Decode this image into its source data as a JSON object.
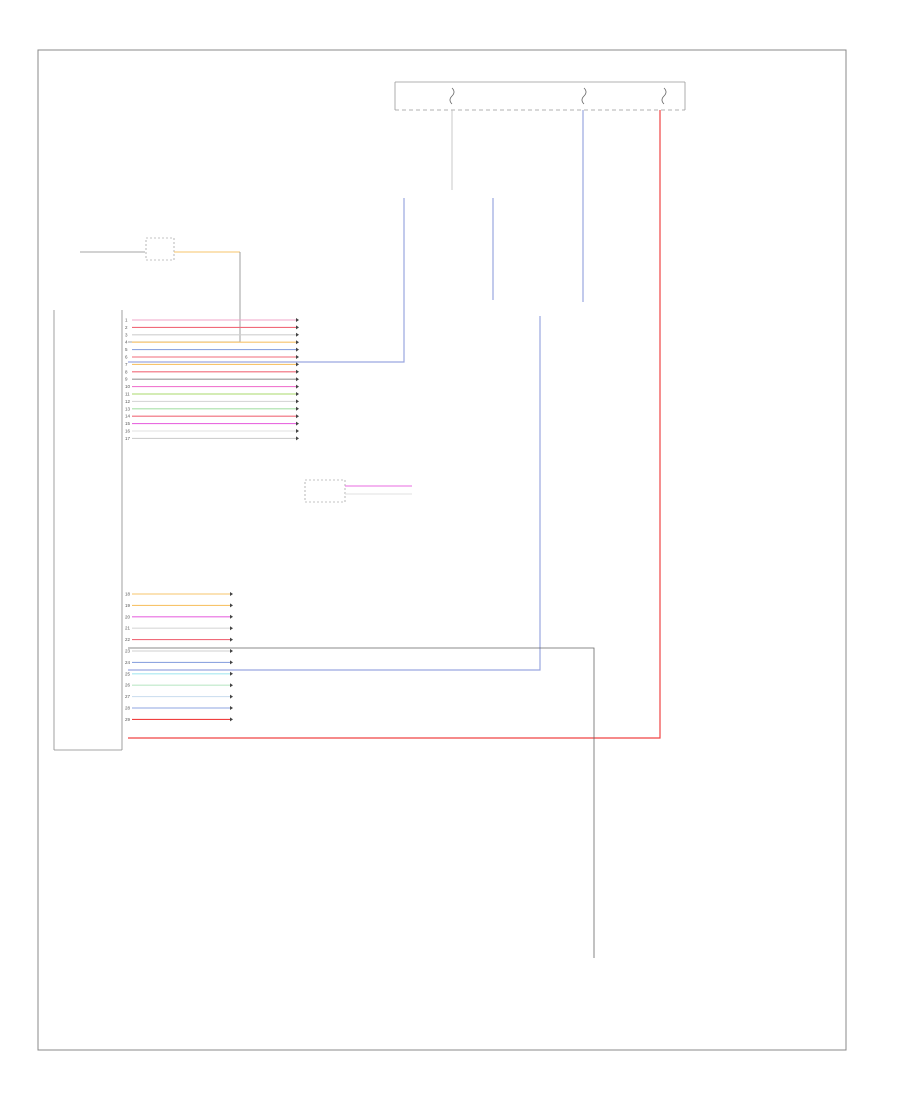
{
  "diagram": {
    "figure_code": "",
    "fuses": [
      {
        "label_1": "",
        "label_2": "",
        "rating": ""
      },
      {
        "label_1": "",
        "label_2": "",
        "rating": ""
      },
      {
        "label_1": "",
        "label_2": "",
        "rating": ""
      }
    ],
    "side_note": "",
    "wire_labels": {
      "top_left_wire": "",
      "top_mid_wire": "",
      "top_right_wire": "",
      "blue_wire_upper": "",
      "blue_wire_mid": "",
      "ground_wire_top": "",
      "ground_wire_mid": "",
      "ground_wire_bottom": "",
      "blue_wire_lower": "",
      "gray_wire_bottom": "",
      "bottom_terminal": ""
    },
    "left_connector": {
      "name": "",
      "wire_color": "",
      "terminal": ""
    },
    "module_caption": "",
    "left_pins": [
      {
        "label": "",
        "num": "1",
        "color": "",
        "code": "",
        "to": "",
        "wire": "#f2a6c8"
      },
      {
        "label": "",
        "num": "2",
        "color": "",
        "code": "",
        "to": "",
        "wire": "#f06b7a"
      },
      {
        "label": "",
        "num": "3",
        "color": "",
        "code": "",
        "to": "",
        "wire": "#cfcfcf"
      },
      {
        "label": "",
        "num": "4",
        "color": "",
        "code": "",
        "to": "",
        "wire": "#f7c46b"
      },
      {
        "label": "",
        "num": "5",
        "color": "",
        "code": "",
        "to": "",
        "wire": "#8fa6e0"
      },
      {
        "label": "",
        "num": "6",
        "color": "",
        "code": "",
        "to": "",
        "wire": "#f06b7a"
      },
      {
        "label": "",
        "num": "7",
        "color": "",
        "code": "",
        "to": "",
        "wire": "#f7c46b"
      },
      {
        "label": "",
        "num": "8",
        "color": "",
        "code": "",
        "to": "",
        "wire": "#f06b7a"
      },
      {
        "label": "",
        "num": "9",
        "color": "",
        "code": "",
        "to": "",
        "wire": "#999999"
      },
      {
        "label": "",
        "num": "10",
        "color": "",
        "code": "",
        "to": "",
        "wire": "#f07ad0"
      },
      {
        "label": "",
        "num": "11",
        "color": "",
        "code": "",
        "to": "",
        "wire": "#a8d86b"
      },
      {
        "label": "",
        "num": "12",
        "color": "",
        "code": "",
        "to": "",
        "wire": "#d8d8d8"
      },
      {
        "label": "",
        "num": "13",
        "color": "",
        "code": "",
        "to": "",
        "wire": "#a8e0a8"
      },
      {
        "label": "",
        "num": "14",
        "color": "",
        "code": "",
        "to": "",
        "wire": "#f06b7a"
      },
      {
        "label": "",
        "num": "15",
        "color": "",
        "code": "",
        "to": "",
        "wire": "#e86be0"
      },
      {
        "label": "",
        "num": "16",
        "color": "",
        "code": "",
        "to": "",
        "wire": "#e0e0e0"
      },
      {
        "label": "",
        "num": "17",
        "color": "",
        "code": "",
        "to": "",
        "wire": "#cfcfcf"
      }
    ],
    "small_connector": {
      "name": "",
      "pin_labels": [
        "",
        "",
        ""
      ],
      "to": ""
    },
    "lower_pins": [
      {
        "label": "",
        "num": "18",
        "color": "",
        "code": "",
        "to": "",
        "wire": "#f7c46b"
      },
      {
        "label": "",
        "num": "19",
        "color": "",
        "code": "",
        "to": "",
        "wire": "#f7c46b"
      },
      {
        "label": "",
        "num": "20",
        "color": "",
        "code": "",
        "to": "",
        "wire": "#e86be0"
      },
      {
        "label": "",
        "num": "21",
        "color": "",
        "code": "",
        "to": "",
        "wire": "#d8d8d8"
      },
      {
        "label": "",
        "num": "22",
        "color": "",
        "code": "",
        "to": "",
        "wire": "#f06b7a"
      },
      {
        "label": "",
        "num": "23",
        "color": "",
        "code": "",
        "to": "",
        "wire": "#cfcfcf"
      },
      {
        "label": "",
        "num": "24",
        "color": "",
        "code": "",
        "to": "",
        "wire": "#8fa6e0"
      },
      {
        "label": "",
        "num": "25",
        "color": "",
        "code": "",
        "to": "",
        "wire": "#a8e8f0"
      },
      {
        "label": "",
        "num": "26",
        "color": "",
        "code": "",
        "to": "",
        "wire": "#bde8c8"
      },
      {
        "label": "",
        "num": "27",
        "color": "",
        "code": "",
        "to": "",
        "wire": "#cfe0f0"
      },
      {
        "label": "",
        "num": "28",
        "color": "",
        "code": "",
        "to": "",
        "wire": "#8fa6e0"
      },
      {
        "label": "",
        "num": "29",
        "color": "",
        "code": "",
        "to": "",
        "wire": "#f04040"
      }
    ],
    "bottom_dest": ""
  }
}
